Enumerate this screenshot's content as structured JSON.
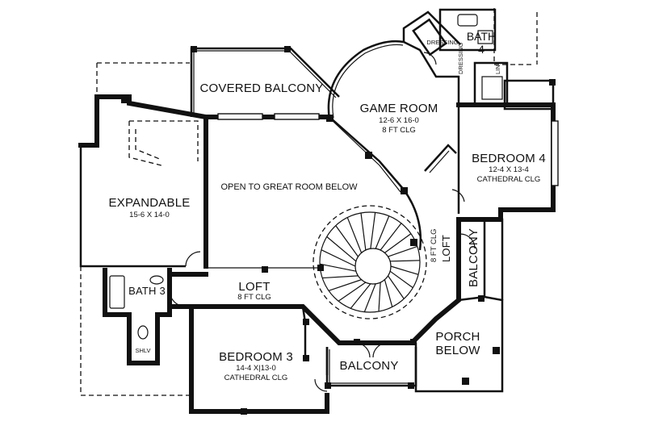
{
  "rooms": {
    "covered_balcony": {
      "name": "COVERED BALCONY"
    },
    "game_room": {
      "name": "GAME ROOM",
      "size": "12-6 X 16-0",
      "ceiling": "8 FT CLG"
    },
    "bath4": {
      "name": "BATH",
      "number": "4"
    },
    "dressing_top": {
      "name": "DRESSING"
    },
    "dressing_side": {
      "name": "DRESSING"
    },
    "lin": {
      "name": "LIN"
    },
    "bedroom4": {
      "name": "BEDROOM 4",
      "size": "12-4 X 13-4",
      "ceiling": "CATHEDRAL CLG"
    },
    "expandable": {
      "name": "EXPANDABLE",
      "size": "15-6 X 14-0"
    },
    "open_to_great_room": {
      "name": "OPEN TO GREAT ROOM BELOW"
    },
    "loft_stair": {
      "name": "LOFT",
      "ceiling": "8 FT CLG"
    },
    "balcony_right": {
      "name": "BALCONY"
    },
    "bath3": {
      "name": "BATH 3"
    },
    "shlv": {
      "name": "SHLV"
    },
    "loft": {
      "name": "LOFT",
      "ceiling": "8 FT CLG"
    },
    "bedroom3": {
      "name": "BEDROOM 3",
      "size": "14-4 X|13-0",
      "ceiling": "CATHEDRAL CLG"
    },
    "balcony_bottom": {
      "name": "BALCONY"
    },
    "porch_below": {
      "line1": "PORCH",
      "line2": "BELOW"
    }
  }
}
